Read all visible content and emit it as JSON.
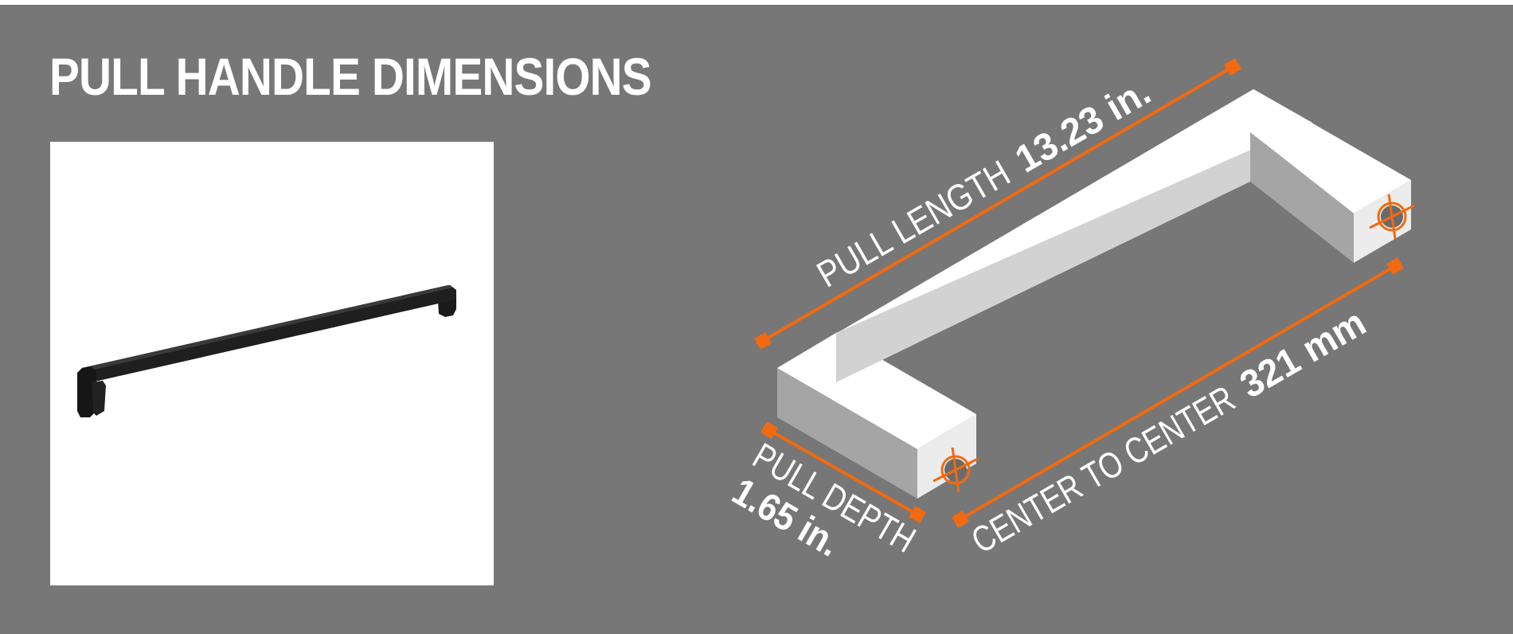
{
  "title": "PULL HANDLE DIMENSIONS",
  "colors": {
    "background": "#777777",
    "photo_background": "#ffffff",
    "handle_product": "#1a1a1a",
    "handle_model_top": "#ffffff",
    "handle_model_side": "#d2d2d2",
    "handle_model_dark": "#a5a5a5",
    "accent": "#f26a0f",
    "text": "#ffffff"
  },
  "dimensions": {
    "pull_length": {
      "label": "PULL LENGTH",
      "value": "13.23 in."
    },
    "center_to_center": {
      "label": "CENTER TO CENTER",
      "value": "321 mm"
    },
    "pull_depth": {
      "label": "PULL DEPTH",
      "value": "1.65 in."
    }
  },
  "icons": [
    "mount-hole-target-icon",
    "mount-hole-target-icon"
  ]
}
